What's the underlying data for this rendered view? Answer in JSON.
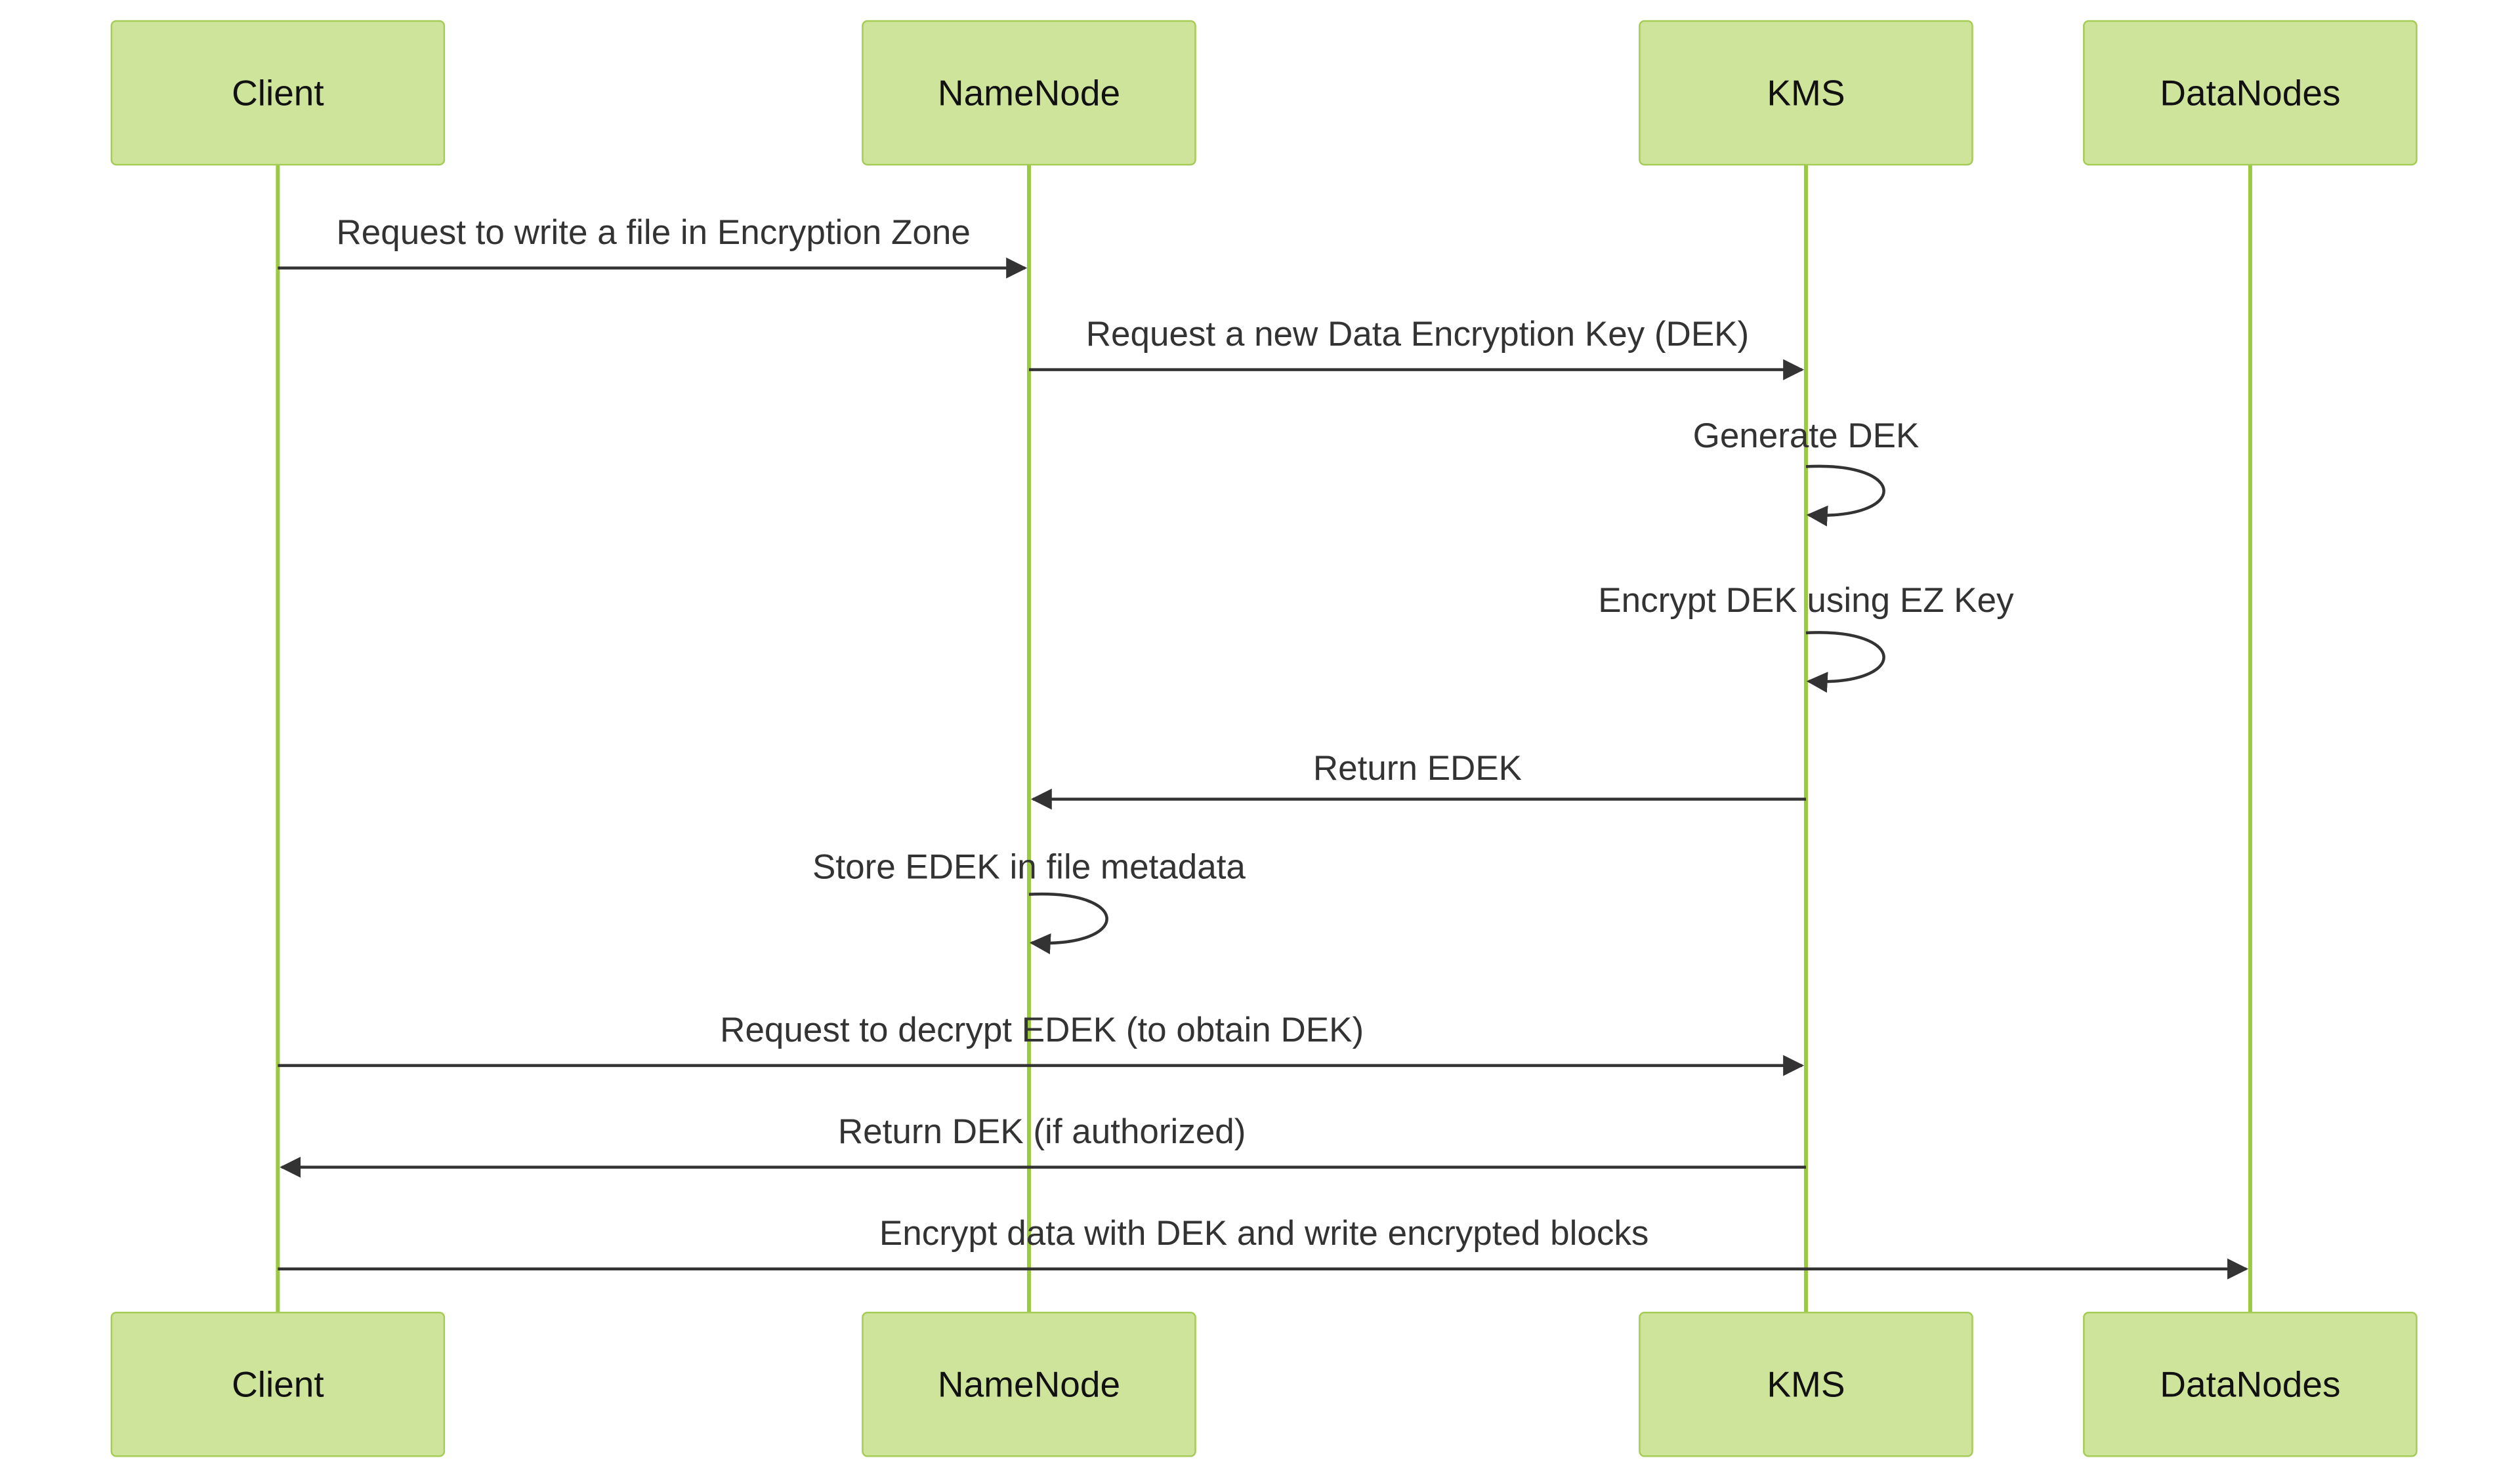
{
  "participants": [
    {
      "id": "client",
      "label": "Client"
    },
    {
      "id": "namenode",
      "label": "NameNode"
    },
    {
      "id": "kms",
      "label": "KMS"
    },
    {
      "id": "datanodes",
      "label": "DataNodes"
    }
  ],
  "messages": [
    {
      "from": "client",
      "to": "namenode",
      "text": "Request to write a file in Encryption Zone"
    },
    {
      "from": "namenode",
      "to": "kms",
      "text": "Request a new Data Encryption Key (DEK)"
    },
    {
      "from": "kms",
      "to": "kms",
      "text": "Generate DEK"
    },
    {
      "from": "kms",
      "to": "kms",
      "text": "Encrypt DEK using EZ Key"
    },
    {
      "from": "kms",
      "to": "namenode",
      "text": "Return EDEK"
    },
    {
      "from": "namenode",
      "to": "namenode",
      "text": "Store EDEK in file metadata"
    },
    {
      "from": "client",
      "to": "kms",
      "text": "Request to decrypt EDEK (to obtain DEK)"
    },
    {
      "from": "kms",
      "to": "client",
      "text": "Return DEK (if authorized)"
    },
    {
      "from": "client",
      "to": "datanodes",
      "text": "Encrypt data with DEK and write encrypted blocks"
    }
  ],
  "colors": {
    "actor_fill": "#cfe49b",
    "actor_stroke": "#a5cc56",
    "lifeline": "#9bc93f",
    "arrow": "#333333"
  }
}
